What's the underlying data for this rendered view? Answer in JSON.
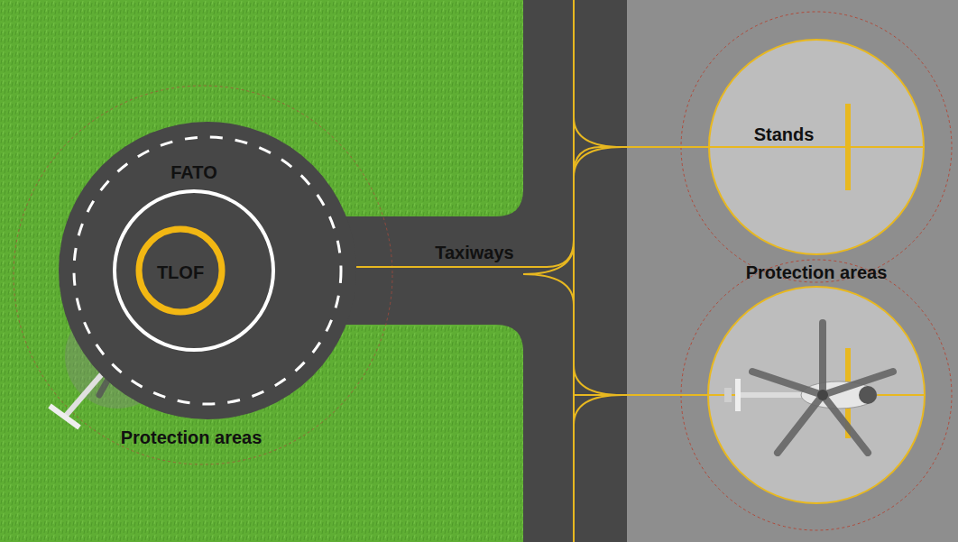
{
  "diagram": {
    "nodes": [
      {
        "text": [
          "FATO"
        ]
      },
      {
        "text": [
          "TLOF"
        ],
        "in": 0
      },
      {
        "text": [
          "Stands"
        ]
      }
    ],
    "edges": [
      {
        "from": 0,
        "to": 2,
        "arrow": "none"
      }
    ],
    "labels": [
      "Taxiways",
      "Protection areas",
      "Protection areas"
    ]
  }
}
